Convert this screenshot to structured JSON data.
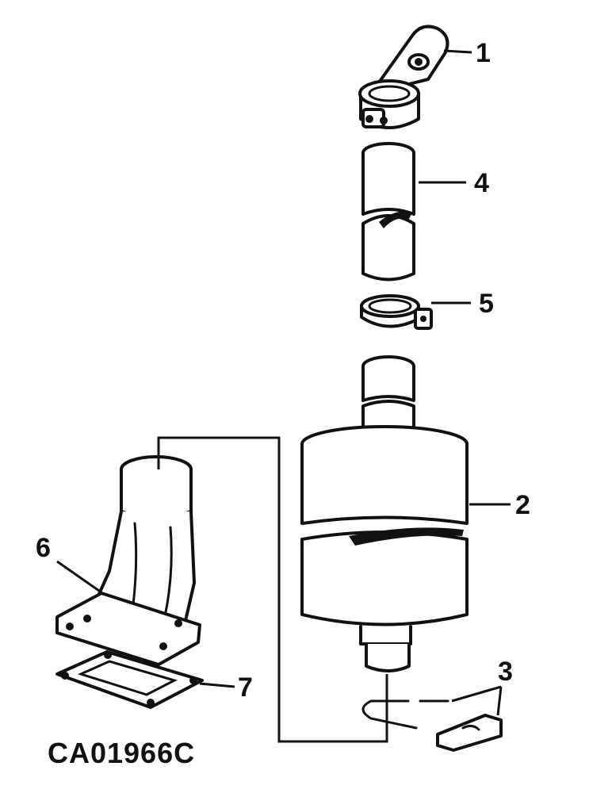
{
  "figure_id": "CA01966C",
  "callouts": {
    "c1": "1",
    "c2": "2",
    "c3": "3",
    "c4": "4",
    "c5": "5",
    "c6": "6",
    "c7": "7"
  },
  "parts": [
    "rain-cap",
    "muffler",
    "u-bolt-clamp",
    "exhaust-pipe",
    "pipe-clamp",
    "exhaust-elbow",
    "gasket"
  ]
}
